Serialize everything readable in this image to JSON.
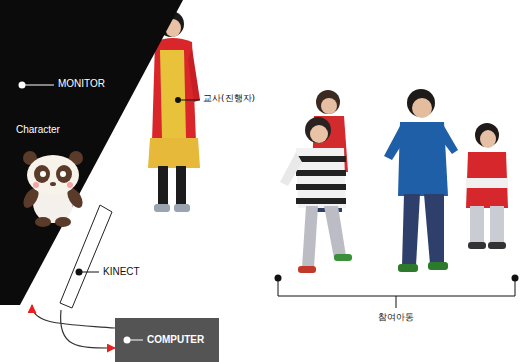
{
  "diagram": {
    "nodes": [
      {
        "text": [
          "MONITOR",
          "Character"
        ]
      },
      {
        "text": [
          "KINECT"
        ]
      },
      {
        "text": [
          "COMPUTER"
        ]
      }
    ],
    "edges": [
      {
        "from": 1,
        "to": 2,
        "arrow": "to"
      },
      {
        "from": 2,
        "to": 0,
        "arrow": "to"
      }
    ],
    "labels": [
      "교사(진행자)",
      "참여아동"
    ]
  }
}
